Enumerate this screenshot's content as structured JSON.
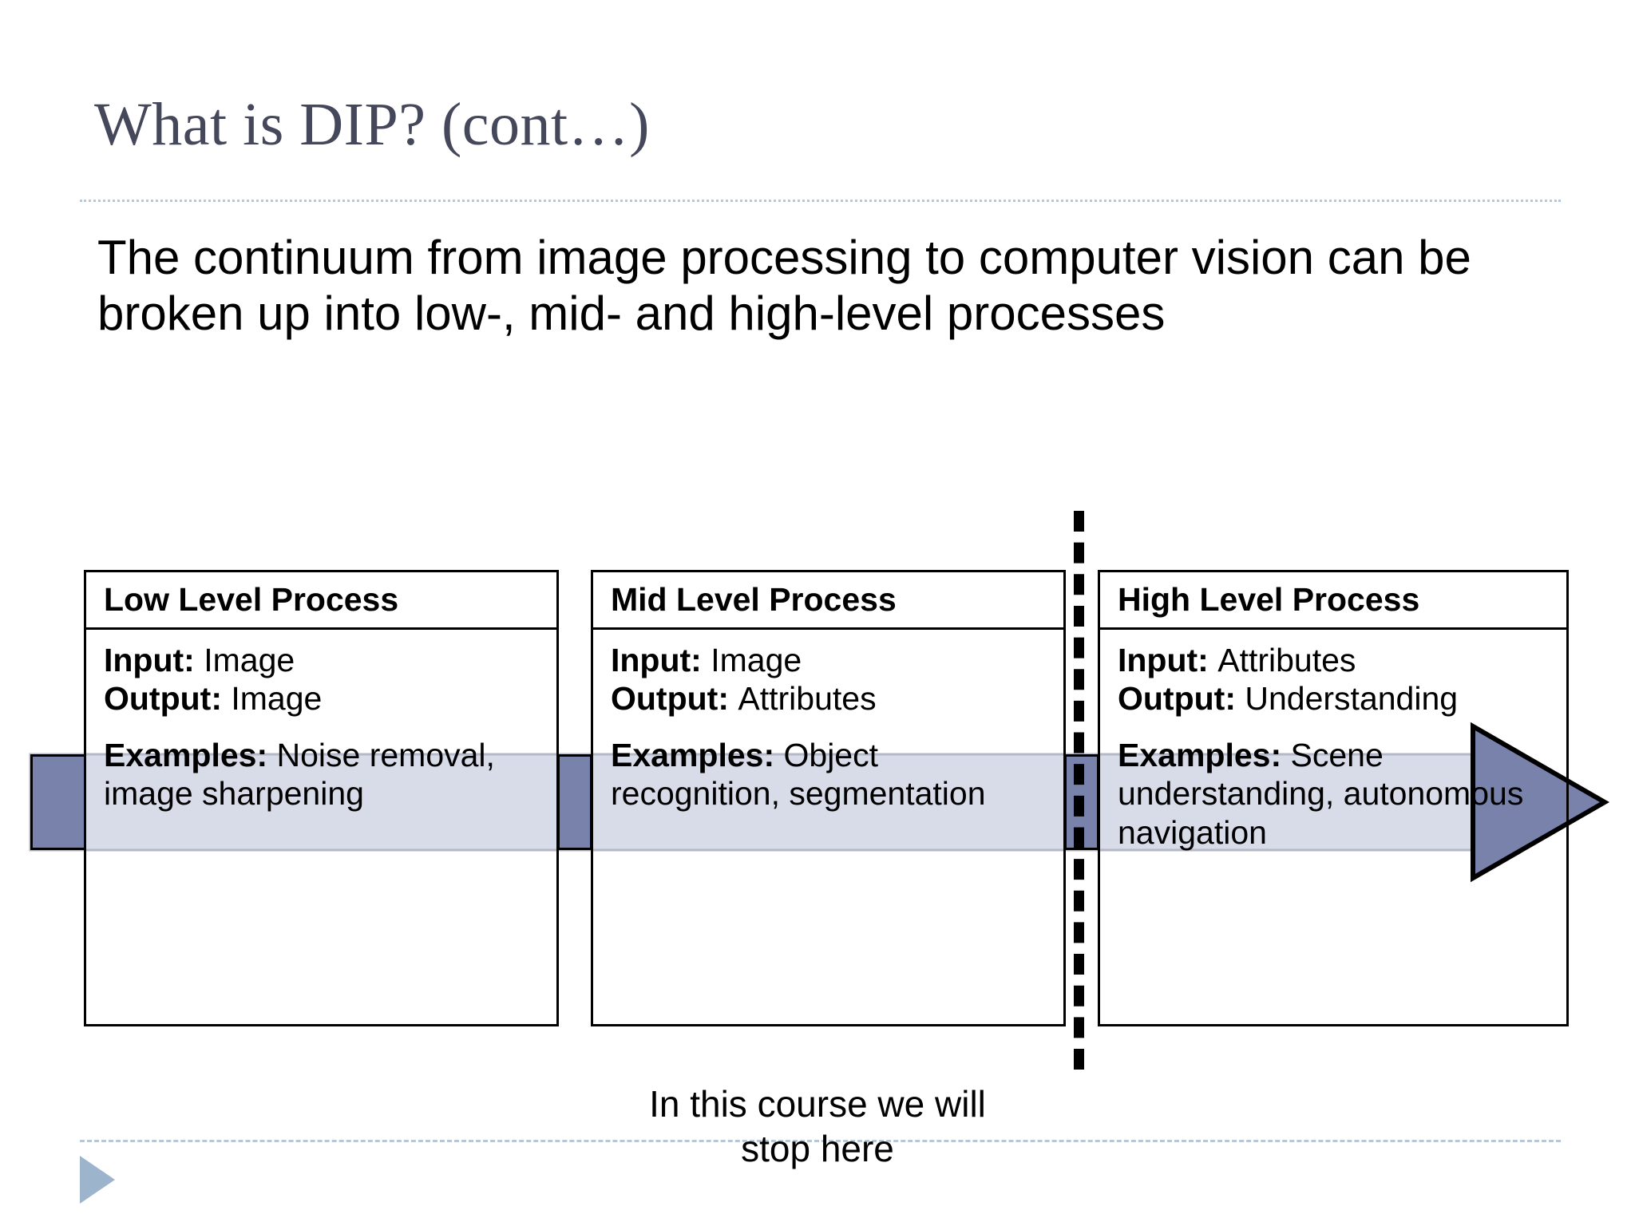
{
  "slide": {
    "title": "What is DIP? (cont…)",
    "body_text": "The continuum from image processing to computer vision can be broken up into low-, mid- and high-level processes",
    "course_note_line1": "In this course we will",
    "course_note_line2": "stop here"
  },
  "colors": {
    "title": "#45475a",
    "rule": "#b9c6d8",
    "arrow_body": "#d8dbe8",
    "arrow_accent": "#7882ab",
    "box_border": "#000000",
    "play_marker": "#9db4cd",
    "text": "#000000"
  },
  "diagram": {
    "type": "process-flow",
    "boxes": [
      {
        "id": "low",
        "header": "Low Level Process",
        "input_label": "Input:",
        "input_value": "Image",
        "output_label": "Output:",
        "output_value": "Image",
        "examples_label": "Examples:",
        "examples_value": "Noise removal, image sharpening"
      },
      {
        "id": "mid",
        "header": "Mid Level Process",
        "input_label": "Input:",
        "input_value": "Image",
        "output_label": "Output:",
        "output_value": "Attributes",
        "examples_label": "Examples:",
        "examples_value": "Object recognition, segmentation"
      },
      {
        "id": "high",
        "header": "High Level Process",
        "input_label": "Input:",
        "input_value": "Attributes",
        "output_label": "Output:",
        "output_value": "Understanding",
        "examples_label": "Examples:",
        "examples_value": "Scene understanding, autonomous navigation"
      }
    ],
    "arrow_direction": "left-to-right",
    "divider": "dashed-vertical-between-mid-and-high"
  }
}
